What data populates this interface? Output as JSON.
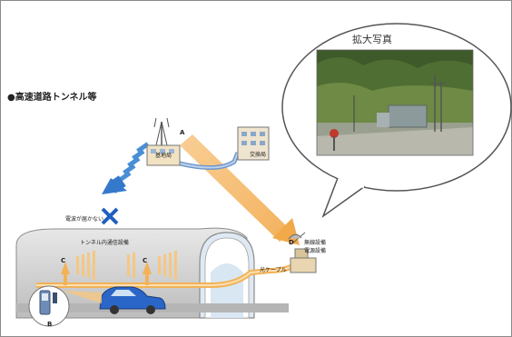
{
  "diagram": {
    "title": "●高速道路トンネル等",
    "bubble_title": "拡大写真",
    "labels": {
      "a": "A",
      "base_station": "基地局",
      "exchange": "交換局",
      "no_wave": "電波が届かない",
      "tunnel_relay": "トンネル内通信設備",
      "c": "C",
      "d": "D",
      "relay_1": "無線設備",
      "relay_2": "電源設備",
      "fiber": "光ケーブル",
      "b": "B"
    }
  },
  "colors": {
    "beam_orange": "#f5b765",
    "beam_blue": "#4a8fd6",
    "cross_blue": "#1f5fbf",
    "tunnel_gray": "#cfcfcf",
    "car_blue": "#2a66c7",
    "cable_orange": "#f2b256"
  }
}
